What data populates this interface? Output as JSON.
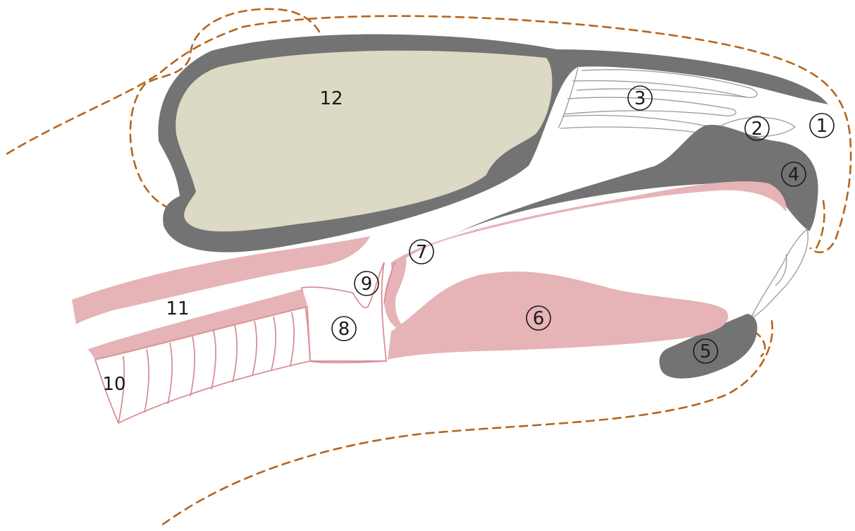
{
  "labels": {
    "l1": "1",
    "l2": "2",
    "l3": "3",
    "l4": "4",
    "l5": "5",
    "l6": "6",
    "l7": "7",
    "l8": "8",
    "l9": "9",
    "l10": "10",
    "l11": "11",
    "l12": "12"
  },
  "colors": {
    "bone": "#737373",
    "brain": "#dcd9c4",
    "soft_tissue": "#e6b3b6",
    "outline_dashed": "#b5651d",
    "background": "#ffffff"
  }
}
